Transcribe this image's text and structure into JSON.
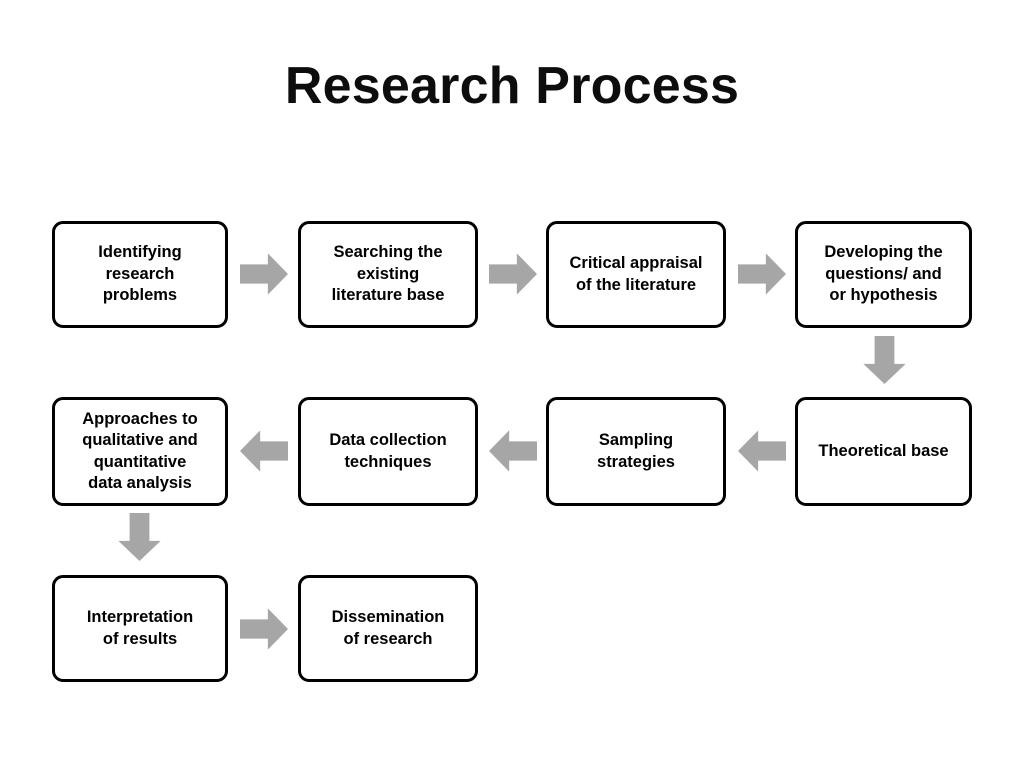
{
  "slide": {
    "title": "Research Process",
    "background_color": "#ffffff",
    "box_border_color": "#000000",
    "box_fill_color": "#ffffff",
    "arrow_color": "#a6a6a6",
    "text_color": "#000000"
  },
  "diagram": {
    "type": "flowchart",
    "flow_direction": "serpentine (row1 left-to-right, row2 right-to-left, row3 left-to-right)",
    "nodes": [
      {
        "id": "n1",
        "label": "Identifying\nresearch\nproblems",
        "row": 1,
        "col": 1
      },
      {
        "id": "n2",
        "label": "Searching the\nexisting\nliterature base",
        "row": 1,
        "col": 2
      },
      {
        "id": "n3",
        "label": "Critical appraisal\nof the literature",
        "row": 1,
        "col": 3
      },
      {
        "id": "n4",
        "label": "Developing the\nquestions/ and\nor hypothesis",
        "row": 1,
        "col": 4
      },
      {
        "id": "n5",
        "label": "Theoretical base",
        "row": 2,
        "col": 4
      },
      {
        "id": "n6",
        "label": "Sampling\nstrategies",
        "row": 2,
        "col": 3
      },
      {
        "id": "n7",
        "label": "Data collection\ntechniques",
        "row": 2,
        "col": 2
      },
      {
        "id": "n8",
        "label": "Approaches to\nqualitative and\nquantitative\ndata analysis",
        "row": 2,
        "col": 1
      },
      {
        "id": "n9",
        "label": "Interpretation\nof results",
        "row": 3,
        "col": 1
      },
      {
        "id": "n10",
        "label": "Dissemination\nof research",
        "row": 3,
        "col": 2
      }
    ],
    "connectors": [
      {
        "id": "a1",
        "from": "n1",
        "to": "n2",
        "direction": "right"
      },
      {
        "id": "a2",
        "from": "n2",
        "to": "n3",
        "direction": "right"
      },
      {
        "id": "a3",
        "from": "n3",
        "to": "n4",
        "direction": "right"
      },
      {
        "id": "a4",
        "from": "n4",
        "to": "n5",
        "direction": "down"
      },
      {
        "id": "a5",
        "from": "n5",
        "to": "n6",
        "direction": "left"
      },
      {
        "id": "a6",
        "from": "n6",
        "to": "n7",
        "direction": "left"
      },
      {
        "id": "a7",
        "from": "n7",
        "to": "n8",
        "direction": "left"
      },
      {
        "id": "a8",
        "from": "n8",
        "to": "n9",
        "direction": "down"
      },
      {
        "id": "a9",
        "from": "n9",
        "to": "n10",
        "direction": "right"
      }
    ]
  }
}
